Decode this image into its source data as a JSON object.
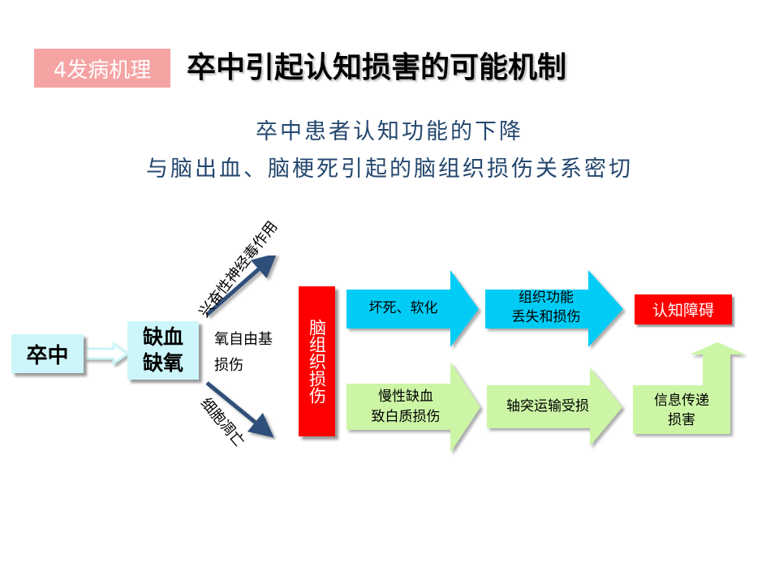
{
  "header": {
    "badge": "4发病机理",
    "title": "卒中引起认知损害的可能机制"
  },
  "subtitle": {
    "line1": "卒中患者认知功能的下降",
    "line2": "与脑出血、脑梗死引起的脑组织损伤关系密切"
  },
  "diagram": {
    "stroke": "卒中",
    "ischemia": "缺血缺氧",
    "paths": {
      "excitotoxic": "兴奋性神经毒作用",
      "free_radical_1": "氧自由基",
      "free_radical_2": "损伤",
      "apoptosis": "细胞凋亡"
    },
    "brain_damage": "脑组织损伤",
    "top_row": {
      "step1": "坏死、软化",
      "step2_1": "组织功能",
      "step2_2": "丢失和损伤"
    },
    "bottom_row": {
      "step1_1": "慢性缺血",
      "step1_2": "致白质损伤",
      "step2": "轴突运输受损",
      "step3_1": "信息传递",
      "step3_2": "损害"
    },
    "result": "认知障碍"
  },
  "colors": {
    "cyan": "#00ccf5",
    "green": "#ccf5a6",
    "red": "#ff0000",
    "arrow": "#2e4f7a"
  }
}
